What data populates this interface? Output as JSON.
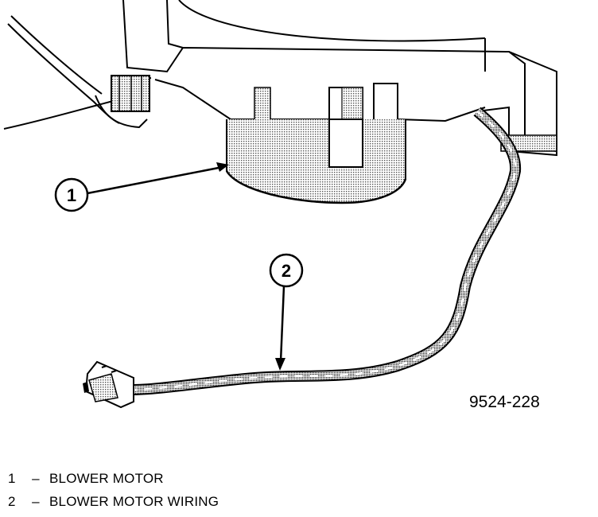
{
  "callouts": [
    {
      "number": "1"
    },
    {
      "number": "2"
    }
  ],
  "figure_id": "9524-228",
  "legend": [
    {
      "number": "1",
      "label": "BLOWER MOTOR"
    },
    {
      "number": "2",
      "label": "BLOWER MOTOR WIRING"
    }
  ],
  "colors": {
    "line": "#000000",
    "shade": "#b8b8b8",
    "background": "#ffffff"
  }
}
